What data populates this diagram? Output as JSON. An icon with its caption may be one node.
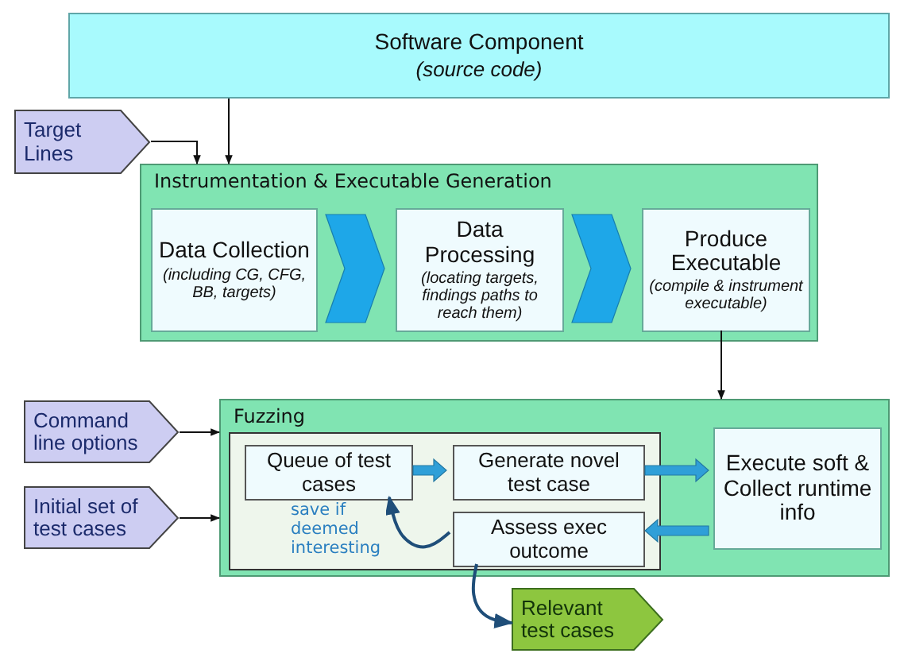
{
  "diagram": {
    "nodes": [
      {
        "text": [
          "Software Component",
          "(source code)"
        ]
      },
      {
        "text": [
          "Target Lines"
        ]
      },
      {
        "text": [
          "Instrumentation & Executable Generation"
        ]
      },
      {
        "text": [
          "Data Collection",
          "(including CG, CFG, BB, targets)"
        ],
        "in": 2
      },
      {
        "text": [
          "Data Processing",
          "(locating targets, findings paths to reach them)"
        ],
        "in": 2
      },
      {
        "text": [
          "Produce Executable",
          "(compile & instrument executable)"
        ],
        "in": 2
      },
      {
        "text": [
          "Fuzzing"
        ]
      },
      {
        "text": [
          "Command line options"
        ]
      },
      {
        "text": [
          "Initial set of test cases"
        ]
      },
      {
        "text": [],
        "shape": "box",
        "in": 6
      },
      {
        "text": [
          "Queue of test cases"
        ],
        "in": 9
      },
      {
        "text": [
          "Generate novel test case"
        ],
        "in": 9
      },
      {
        "text": [
          "Assess exec outcome"
        ],
        "in": 9
      },
      {
        "text": [
          "Execute soft & Collect runtime info"
        ],
        "in": 6
      },
      {
        "text": [
          "Relevant test cases"
        ]
      }
    ],
    "edges": [
      {
        "from": 0,
        "to": 2,
        "arrow": "to"
      },
      {
        "from": 1,
        "to": 2,
        "arrow": "to"
      },
      {
        "from": 3,
        "to": 4,
        "arrow": "to",
        "style": "thick",
        "color": "#1ea7e8"
      },
      {
        "from": 4,
        "to": 5,
        "arrow": "to",
        "style": "thick",
        "color": "#1ea7e8"
      },
      {
        "from": 5,
        "to": 6,
        "arrow": "to"
      },
      {
        "from": 7,
        "to": 6,
        "arrow": "to"
      },
      {
        "from": 8,
        "to": 6,
        "arrow": "to"
      },
      {
        "from": 10,
        "to": 11,
        "arrow": "to",
        "style": "thick",
        "color": "#2f9fd8"
      },
      {
        "from": 11,
        "to": 13,
        "arrow": "to",
        "style": "thick",
        "color": "#2f9fd8"
      },
      {
        "from": 13,
        "to": 12,
        "arrow": "to",
        "style": "thick",
        "color": "#2f9fd8"
      },
      {
        "from": 12,
        "to": 10,
        "arrow": "to",
        "label": "save if deemed interesting",
        "color": "#1f4e79"
      },
      {
        "from": 12,
        "to": 14,
        "arrow": "to",
        "color": "#1f4e79"
      }
    ]
  }
}
